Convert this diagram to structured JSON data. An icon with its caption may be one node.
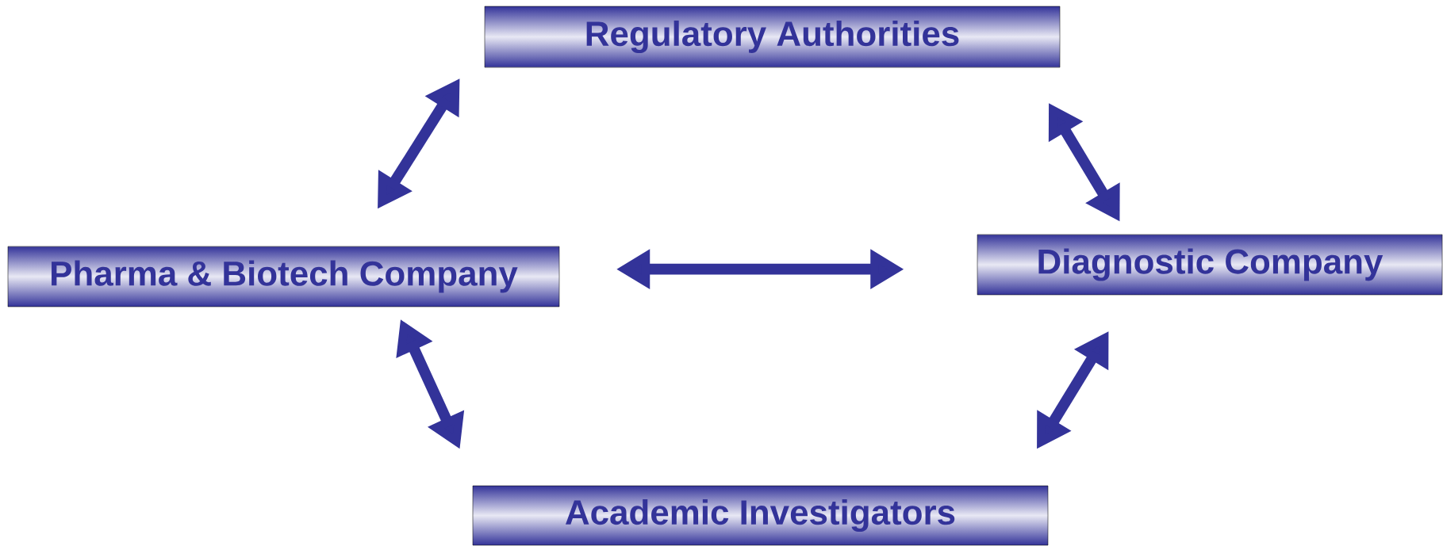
{
  "diagram": {
    "nodes": [
      {
        "text": [
          "Regulatory Authorities"
        ]
      },
      {
        "text": [
          "Pharma & Biotech Company"
        ]
      },
      {
        "text": [
          "Diagnostic Company"
        ]
      },
      {
        "text": [
          "Academic Investigators"
        ]
      }
    ],
    "edges": [
      {
        "from": 1,
        "to": 0,
        "arrow": "both"
      },
      {
        "from": 0,
        "to": 2,
        "arrow": "both"
      },
      {
        "from": 1,
        "to": 2,
        "arrow": "both"
      },
      {
        "from": 1,
        "to": 3,
        "arrow": "both"
      },
      {
        "from": 2,
        "to": 3,
        "arrow": "both"
      }
    ]
  }
}
